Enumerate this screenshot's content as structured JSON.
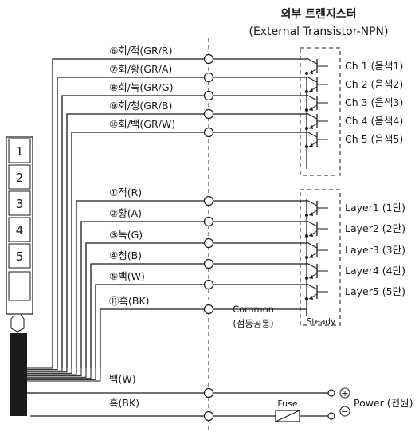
{
  "header": {
    "title_ko": "외부 트랜지스터",
    "title_en": "(External Transistor-NPN)"
  },
  "tower": {
    "layers": [
      "1",
      "2",
      "3",
      "4",
      "5"
    ]
  },
  "wires": {
    "gray": [
      {
        "label": "⑥회/적(GR/R)",
        "output": "Ch 1 (음색1)"
      },
      {
        "label": "⑦회/황(GR/A)",
        "output": "Ch 2 (음색2)"
      },
      {
        "label": "⑧회/녹(GR/G)",
        "output": "Ch 3 (음색3)"
      },
      {
        "label": "⑨회/청(GR/B)",
        "output": "Ch 4 (음색4)"
      },
      {
        "label": "⑩회/백(GR/W)",
        "output": "Ch 5 (음색5)"
      }
    ],
    "color": [
      {
        "label": "①적(R)",
        "output": "Layer1 (1단)"
      },
      {
        "label": "②황(A)",
        "output": "Layer2 (2단)"
      },
      {
        "label": "③녹(G)",
        "output": "Layer3 (3단)"
      },
      {
        "label": "④청(B)",
        "output": "Layer4 (4단)"
      },
      {
        "label": "⑤백(W)",
        "output": "Layer5 (5단)"
      }
    ],
    "common": {
      "label": "⑪흑(BK)",
      "name": "Common",
      "name_ko": "(점등공통)",
      "steady": "Steady"
    }
  },
  "power": {
    "white_label": "백(W)",
    "black_label": "흑(BK)",
    "fuse_label": "Fuse",
    "plus": "+",
    "minus": "−",
    "label": "Power (전원)"
  }
}
